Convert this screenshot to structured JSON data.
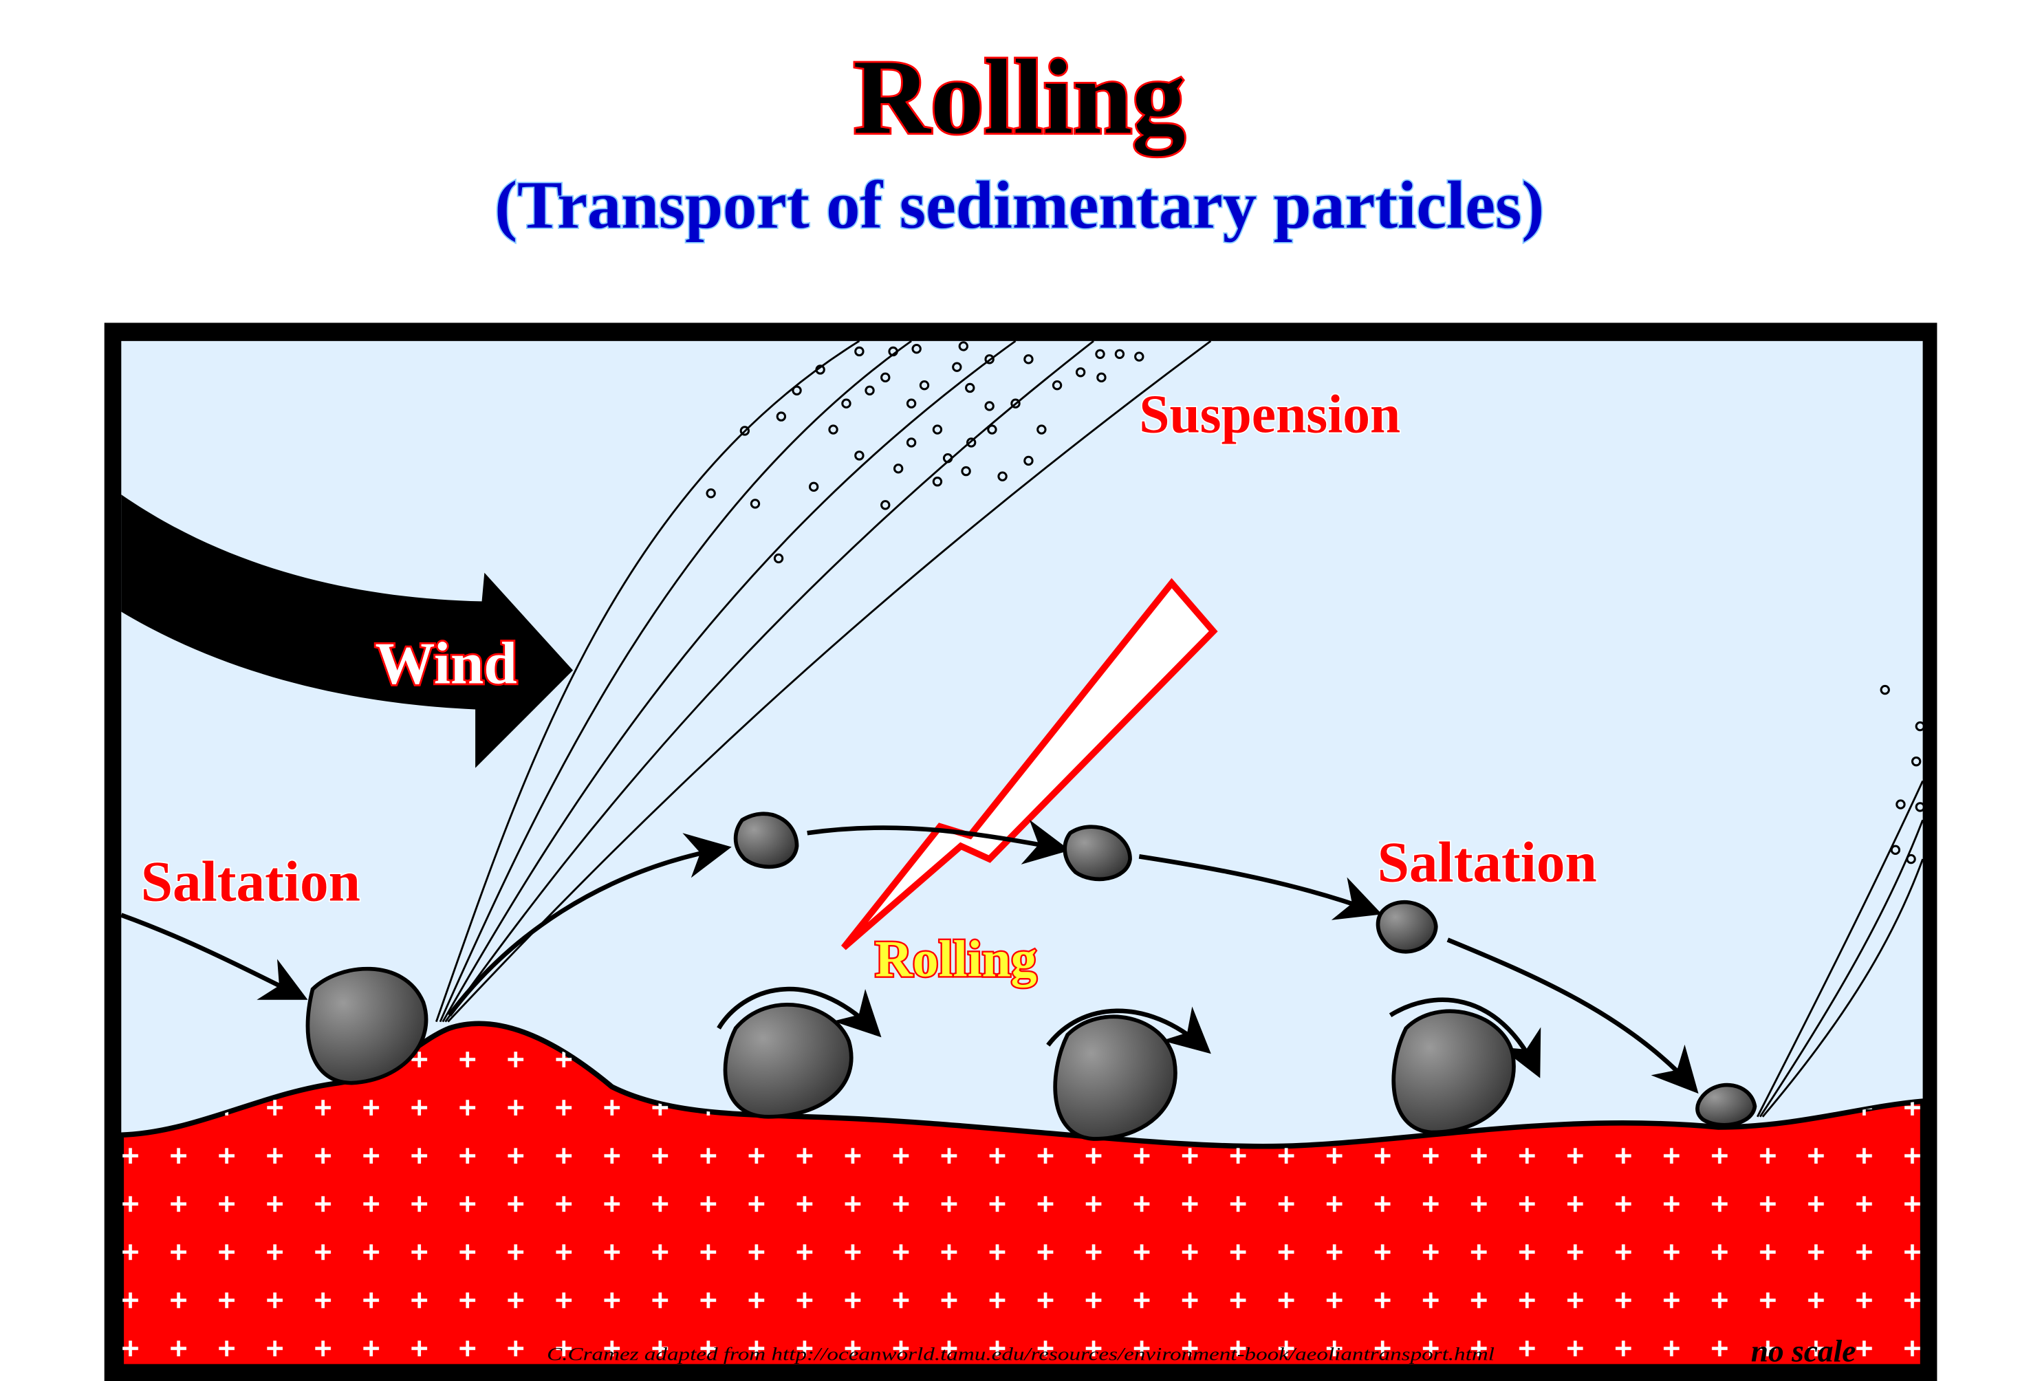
{
  "title": "Rolling",
  "subtitle": "(Transport of sedimentary particles)",
  "labels": {
    "suspension": "Suspension",
    "wind": "Wind",
    "saltation_left": "Saltation",
    "saltation_right": "Saltation",
    "rolling": "Rolling"
  },
  "credit": "C.Cramez adapted from http://oceanworld.tamu.edu/resources/environment-book/aeoliantransport.html",
  "scale_note": "no scale",
  "colors": {
    "sky": "#e0f0fe",
    "ground": "#ff0000",
    "title_outline": "#ff0000",
    "subtitle": "#0000cc",
    "rolling_label": "#ffff33"
  }
}
